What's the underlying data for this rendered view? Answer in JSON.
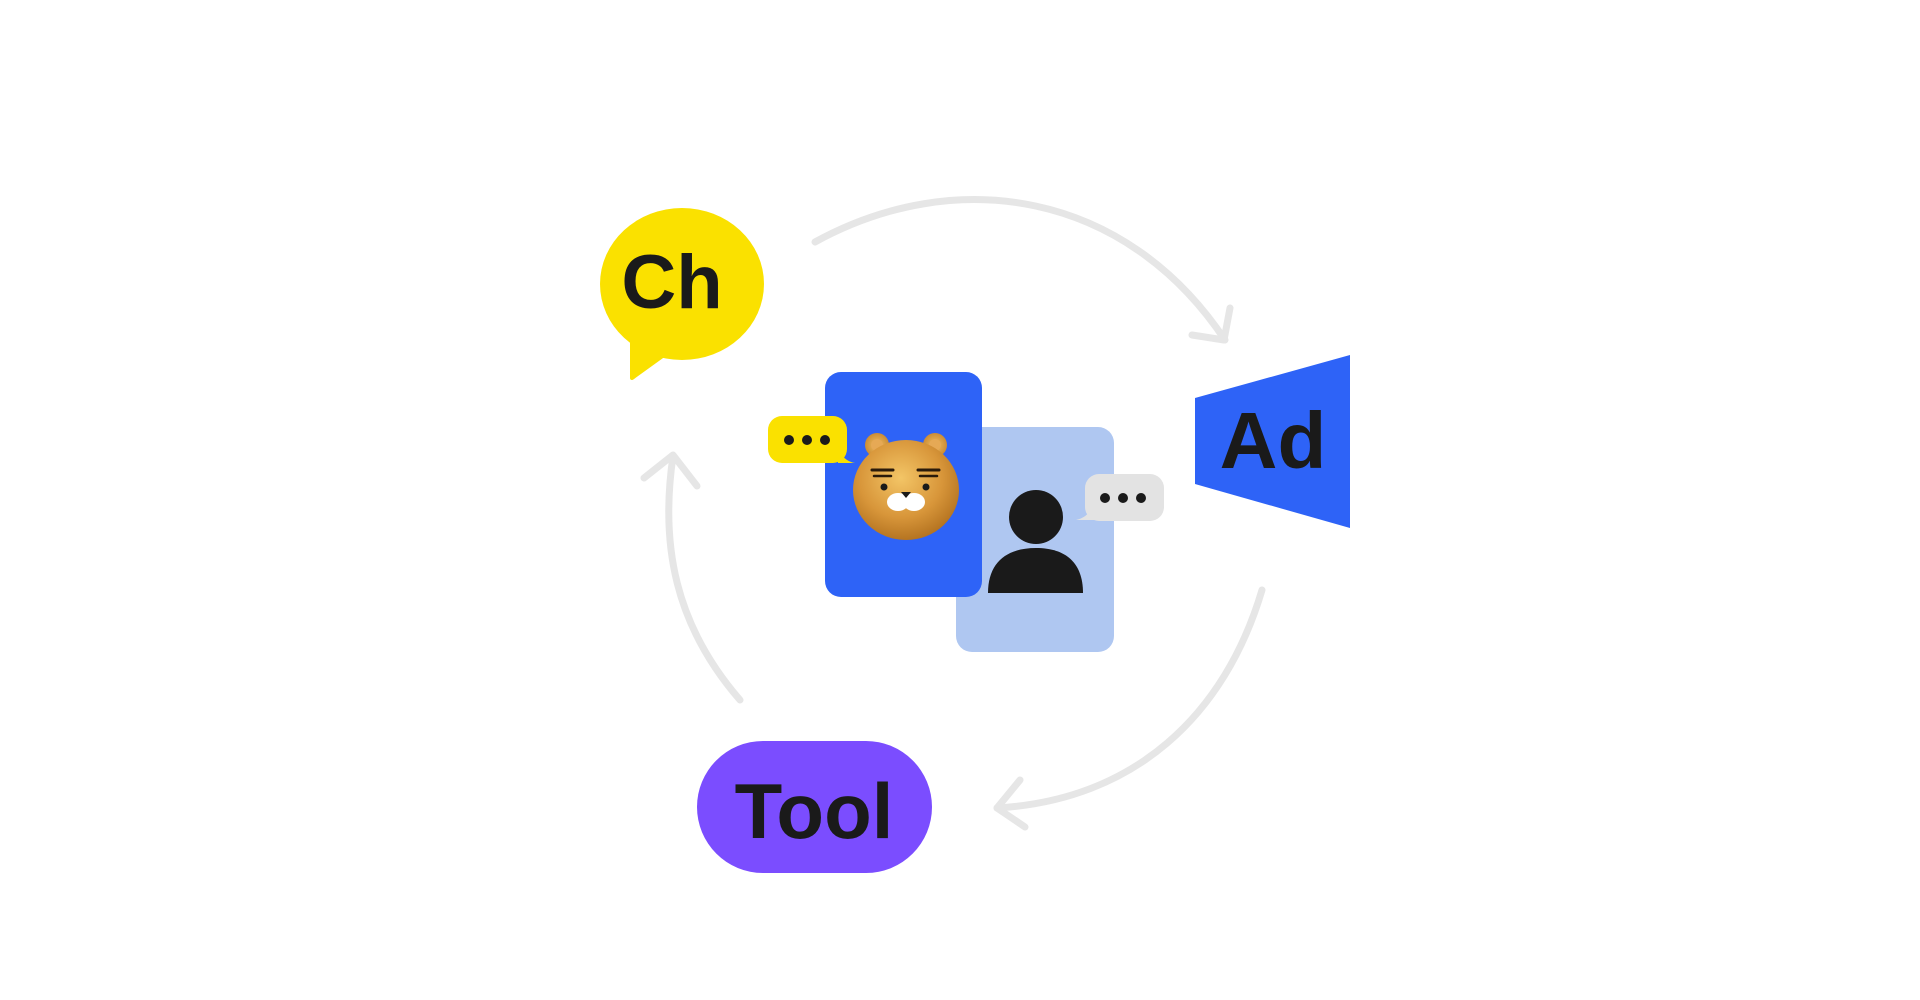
{
  "nodes": {
    "channel": {
      "label": "Ch",
      "color": "#FAE100",
      "text_color": "#1A1A1A"
    },
    "ad": {
      "label": "Ad",
      "color": "#2E63F7",
      "text_color": "#1A1A1A"
    },
    "tool": {
      "label": "Tool",
      "color": "#7B4DFF",
      "text_color": "#1A1A1A"
    }
  },
  "center": {
    "front_card_color": "#2E63F7",
    "back_card_color": "#AFC7F1",
    "bear_icon": "bear-character-icon",
    "user_icon": "user-silhouette-icon",
    "bubble_left_color": "#FAE100",
    "bubble_right_color": "#E3E3E3"
  },
  "cycle": {
    "arrow_color": "#E6E6E6",
    "order": [
      "channel",
      "ad",
      "tool"
    ]
  }
}
